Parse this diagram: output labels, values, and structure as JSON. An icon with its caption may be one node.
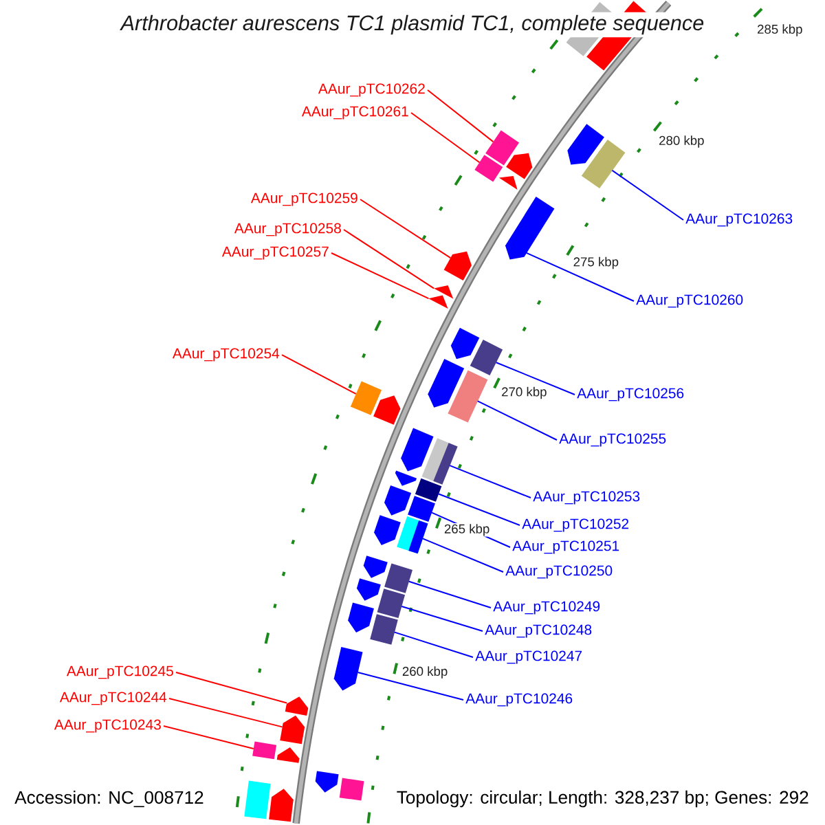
{
  "diagram": {
    "title": "Arthrobacter aurescens TC1 plasmid TC1, complete sequence",
    "nodes": [
      {
        "text": [
          "AAur_pTC10262"
        ]
      },
      {
        "text": [
          "AAur_pTC10261"
        ]
      },
      {
        "text": [
          "AAur_pTC10259"
        ]
      },
      {
        "text": [
          "AAur_pTC10263"
        ]
      },
      {
        "text": [
          "AAur_pTC10258"
        ]
      },
      {
        "text": [
          "AAur_pTC10257"
        ]
      },
      {
        "text": [
          "AAur_pTC10260"
        ]
      },
      {
        "text": [
          "AAur_pTC10254"
        ]
      },
      {
        "text": [
          "AAur_pTC10256"
        ]
      },
      {
        "text": [
          "AAur_pTC10255"
        ]
      },
      {
        "text": [
          "AAur_pTC10253"
        ]
      },
      {
        "text": [
          "AAur_pTC10252"
        ]
      },
      {
        "text": [
          "AAur_pTC10251"
        ]
      },
      {
        "text": [
          "AAur_pTC10250"
        ]
      },
      {
        "text": [
          "AAur_pTC10249"
        ]
      },
      {
        "text": [
          "AAur_pTC10248"
        ]
      },
      {
        "text": [
          "AAur_pTC10247"
        ]
      },
      {
        "text": [
          "AAur_pTC10245"
        ]
      },
      {
        "text": [
          "AAur_pTC10244"
        ]
      },
      {
        "text": [
          "AAur_pTC10246"
        ]
      },
      {
        "text": [
          "AAur_pTC10243"
        ]
      },
      {
        "text": [],
        "shape": "box"
      },
      {
        "text": [],
        "shape": "box"
      },
      {
        "text": [],
        "shape": "pentagon"
      },
      {
        "text": [],
        "shape": "box"
      },
      {
        "text": [],
        "shape": "pentagon"
      },
      {
        "text": [],
        "shape": "box"
      },
      {
        "text": [],
        "shape": "box"
      },
      {
        "text": [],
        "shape": "triangle"
      },
      {
        "text": [],
        "shape": "pentagon"
      },
      {
        "text": [],
        "shape": "pentagon"
      },
      {
        "text": [],
        "shape": "triangle"
      },
      {
        "text": [],
        "shape": "triangle"
      },
      {
        "text": [],
        "shape": "pentagon"
      },
      {
        "text": [],
        "shape": "box"
      },
      {
        "text": [],
        "shape": "pentagon"
      },
      {
        "text": [],
        "shape": "box"
      },
      {
        "text": [],
        "shape": "box"
      },
      {
        "text": [],
        "shape": "pentagon"
      },
      {
        "text": [],
        "shape": "pentagon"
      },
      {
        "text": [],
        "shape": "box"
      },
      {
        "text": [],
        "shape": "pentagon"
      },
      {
        "text": [],
        "shape": "box"
      },
      {
        "text": [],
        "shape": "pentagon"
      },
      {
        "text": [],
        "shape": "box"
      },
      {
        "text": [],
        "shape": "pentagon"
      },
      {
        "text": [],
        "shape": "box"
      },
      {
        "text": [],
        "shape": "pentagon"
      },
      {
        "text": [],
        "shape": "box"
      },
      {
        "text": [],
        "shape": "pentagon"
      },
      {
        "text": [],
        "shape": "box"
      },
      {
        "text": [],
        "shape": "pentagon"
      },
      {
        "text": [],
        "shape": "box"
      },
      {
        "text": [],
        "shape": "pentagon"
      },
      {
        "text": [],
        "shape": "pentagon"
      },
      {
        "text": [],
        "shape": "pentagon"
      },
      {
        "text": [],
        "shape": "box"
      },
      {
        "text": [],
        "shape": "pentagon"
      },
      {
        "text": [],
        "shape": "pentagon"
      },
      {
        "text": [],
        "shape": "box"
      },
      {
        "text": [],
        "shape": "box"
      },
      {
        "text": [],
        "shape": "pentagon"
      }
    ],
    "edges": [
      {
        "from": 0,
        "to": 24,
        "arrow": "none",
        "color": "#ff0000"
      },
      {
        "from": 1,
        "to": 27,
        "arrow": "none",
        "color": "#ff0000"
      },
      {
        "from": 2,
        "to": 30,
        "arrow": "none",
        "color": "#ff0000"
      },
      {
        "from": 3,
        "to": 26,
        "arrow": "none"
      },
      {
        "from": 4,
        "to": 31,
        "arrow": "none",
        "color": "#ff0000"
      },
      {
        "from": 5,
        "to": 32,
        "arrow": "none",
        "color": "#ff0000"
      },
      {
        "from": 6,
        "to": 29,
        "arrow": "none"
      },
      {
        "from": 7,
        "to": 37,
        "arrow": "none",
        "color": "#ff0000"
      },
      {
        "from": 8,
        "to": 34,
        "arrow": "none"
      },
      {
        "from": 9,
        "to": 36,
        "arrow": "none"
      },
      {
        "from": 10,
        "to": 40,
        "arrow": "none"
      },
      {
        "from": 11,
        "to": 42,
        "arrow": "none"
      },
      {
        "from": 12,
        "to": 44,
        "arrow": "none"
      },
      {
        "from": 13,
        "to": 46,
        "arrow": "none"
      },
      {
        "from": 14,
        "to": 48,
        "arrow": "none"
      },
      {
        "from": 15,
        "to": 50,
        "arrow": "none"
      },
      {
        "from": 16,
        "to": 52,
        "arrow": "none"
      },
      {
        "from": 17,
        "to": 54,
        "arrow": "none",
        "color": "#ff0000"
      },
      {
        "from": 18,
        "to": 55,
        "arrow": "none",
        "color": "#ff0000"
      },
      {
        "from": 19,
        "to": 53,
        "arrow": "none"
      },
      {
        "from": 20,
        "to": 56,
        "arrow": "none",
        "color": "#ff0000"
      }
    ],
    "labels": [
      "285 kbp",
      "280 kbp",
      "275 kbp",
      "270 kbp",
      "265 kbp",
      "260 kbp",
      "Accession: NC_008712",
      "Topology: circular; Length: 328,237 bp; Genes: 292"
    ]
  }
}
